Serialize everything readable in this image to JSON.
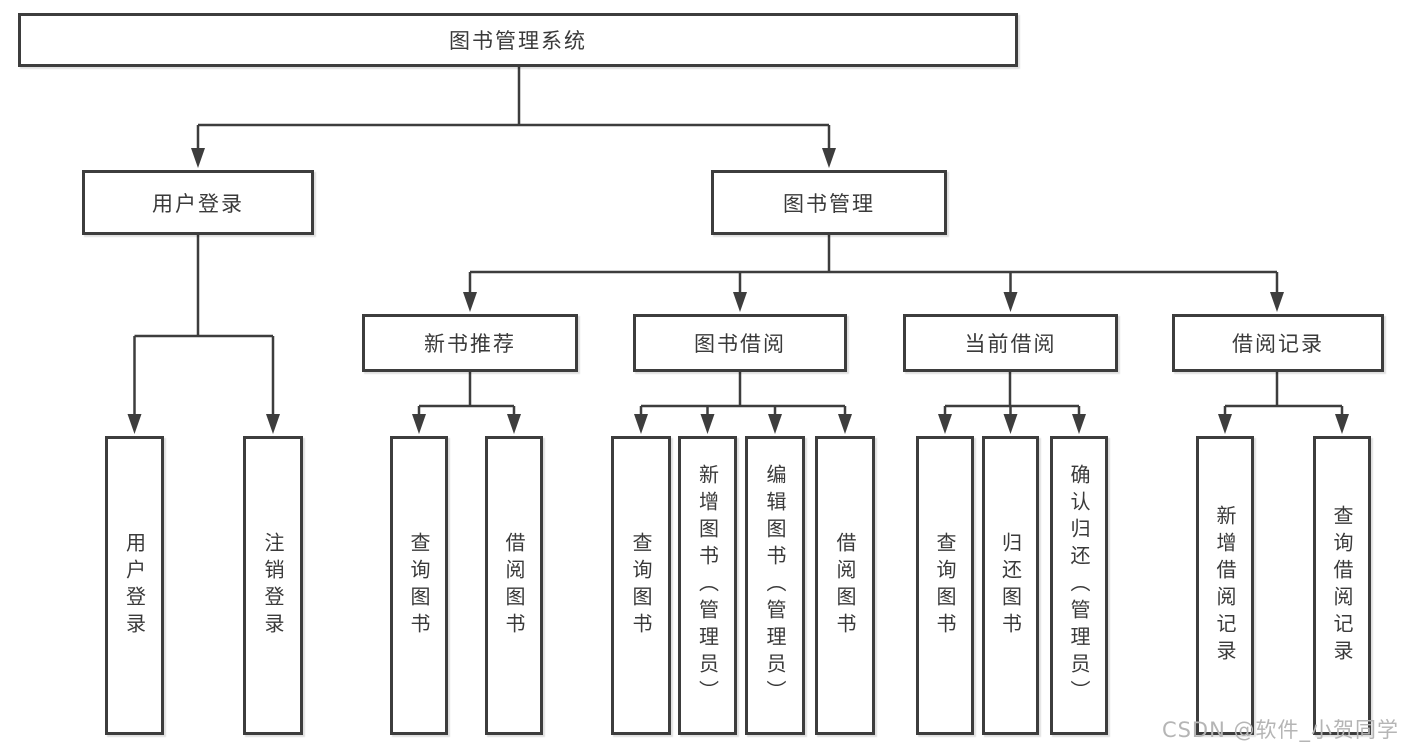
{
  "diagram": {
    "root": "图书管理系统",
    "level2": [
      "用户登录",
      "图书管理"
    ],
    "level3": [
      "新书推荐",
      "图书借阅",
      "当前借阅",
      "借阅记录"
    ],
    "leaves": {
      "user_login": [
        "用户登录",
        "注销登录"
      ],
      "new_book_recommend": [
        "查询图书",
        "借阅图书"
      ],
      "book_borrow": [
        "查询图书",
        "新增图书（管理员）",
        "编辑图书（管理员）",
        "借阅图书"
      ],
      "current_borrow": [
        "查询图书",
        "归还图书",
        "确认归还（管理员）"
      ],
      "borrow_records": [
        "新增借阅记录",
        "查询借阅记录"
      ]
    },
    "watermark": "CSDN @软件_小贺同学",
    "colors": {
      "line": "#3d3d3d",
      "text": "#3a3a3a",
      "watermark": "#b5b5b5",
      "background": "#ffffff"
    }
  }
}
